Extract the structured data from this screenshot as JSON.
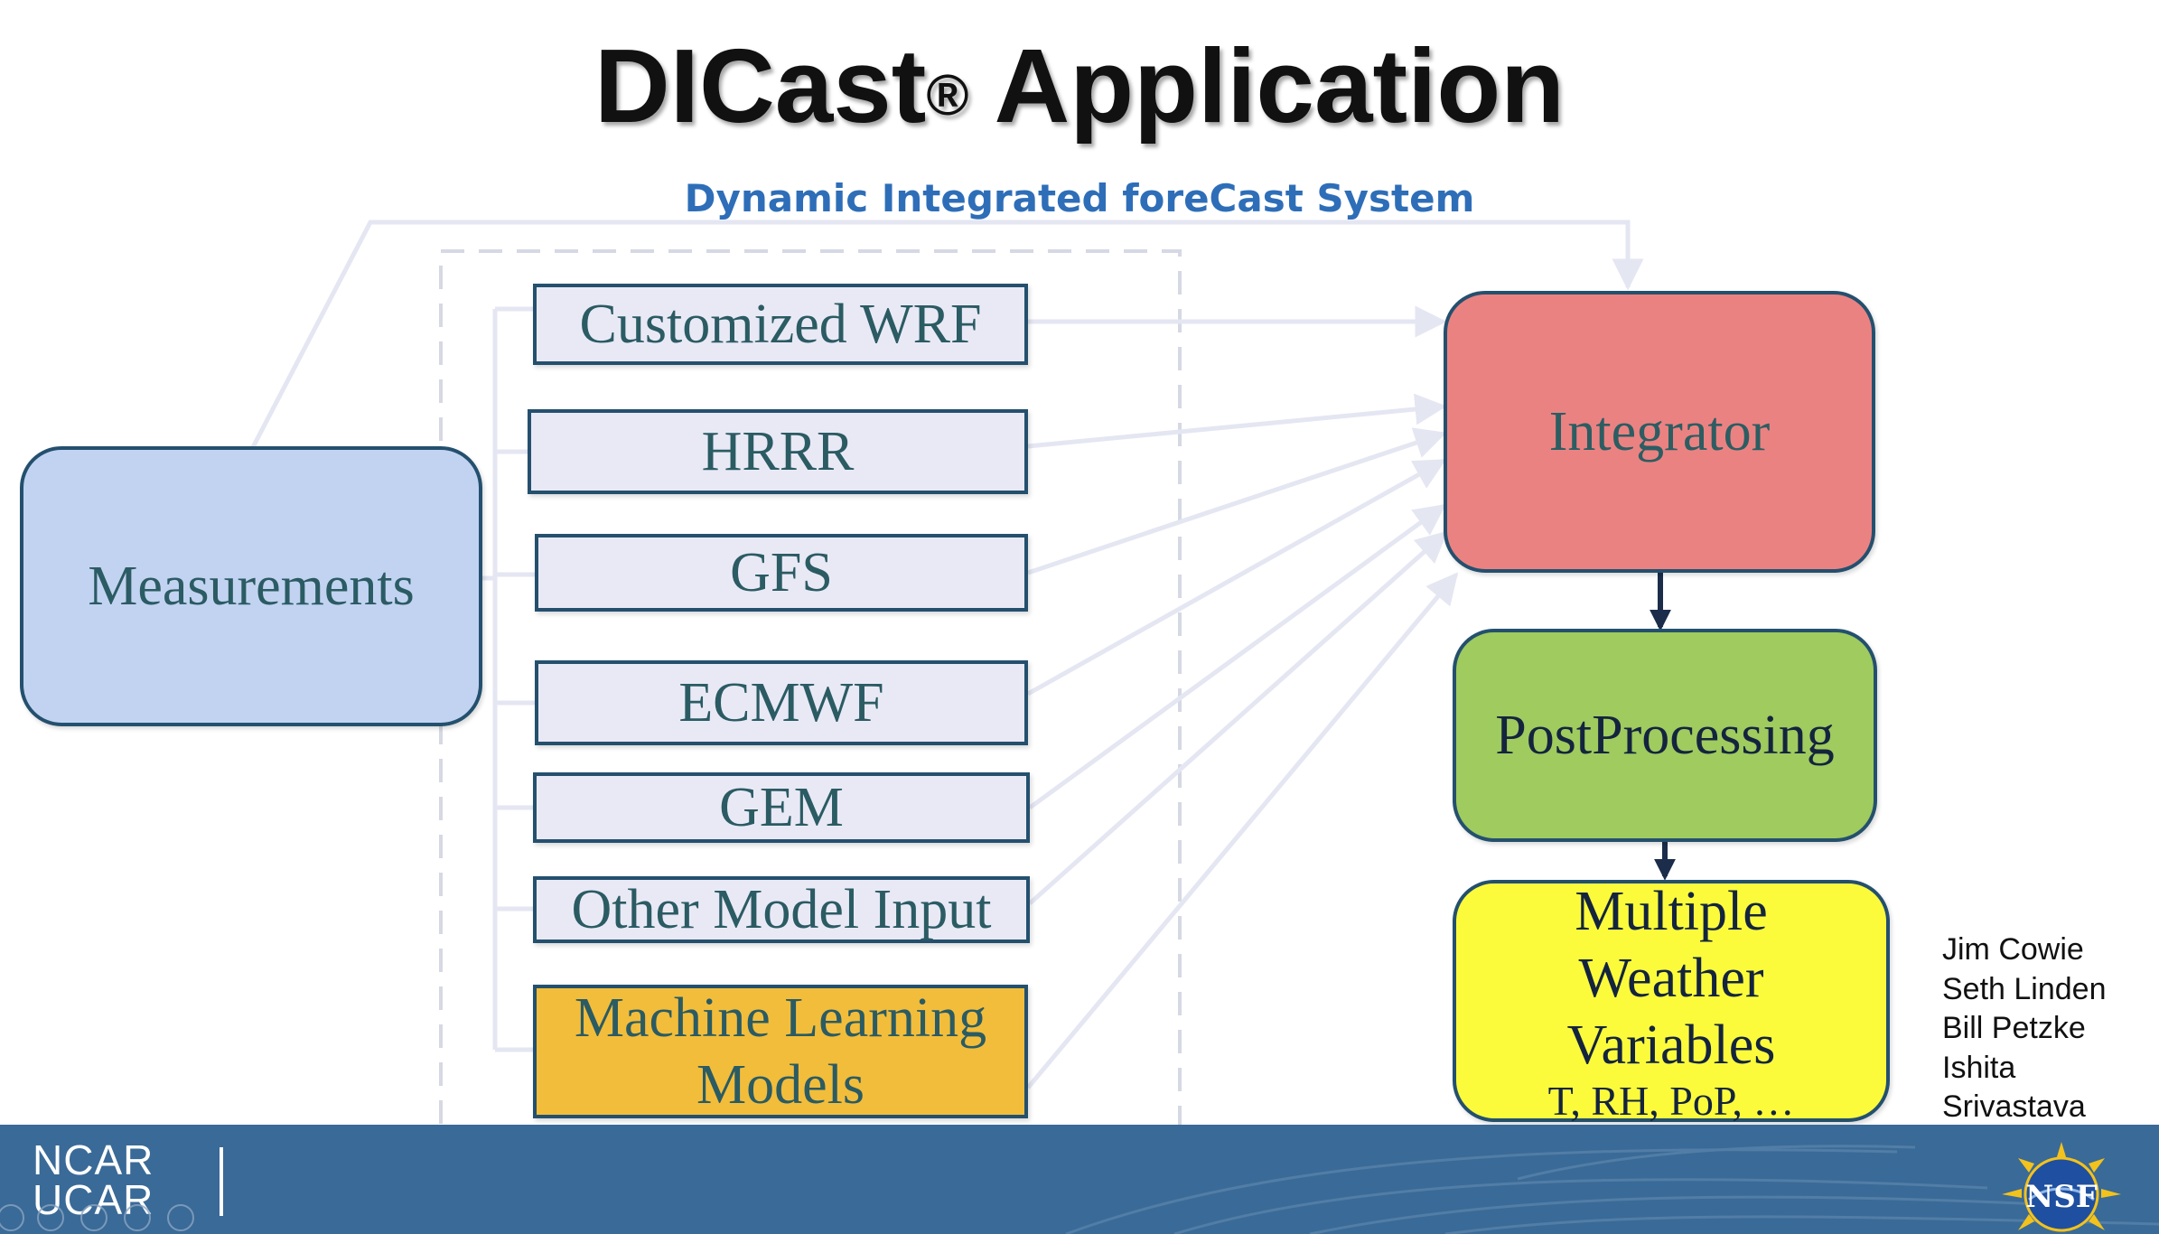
{
  "title": {
    "main": "DICast",
    "mark": "®",
    "rest": " Application"
  },
  "subtitle": "Dynamic Integrated foreCast System",
  "measurements": "Measurements",
  "models": {
    "customized_wrf": "Customized WRF",
    "hrrr": "HRRR",
    "gfs": "GFS",
    "ecmwf": "ECMWF",
    "gem": "GEM",
    "other": "Other Model Input",
    "ml_line1": "Machine Learning",
    "ml_line2": "Models"
  },
  "integrator": "Integrator",
  "postprocessing": "PostProcessing",
  "output": {
    "line1": "Multiple",
    "line2": "Weather",
    "line3": "Variables",
    "line4": "T, RH, PoP, …"
  },
  "authors": [
    "Jim Cowie",
    "Seth Linden",
    "Bill Petzke",
    "Ishita",
    "Srivastava"
  ],
  "footer": {
    "org_line1": "NCAR",
    "org_line2": "UCAR",
    "nsf_logo": "NSF"
  },
  "colors": {
    "title_blue": "#2e6eb8",
    "measurements": "#c2d3f2",
    "integrator": "#eb8282",
    "postprocessing": "#9fcb5f",
    "output": "#fbfb3c",
    "ml_models": "#f2bd3b",
    "model_boxes": "#e9e9f6",
    "footer": "#3a6a97"
  }
}
